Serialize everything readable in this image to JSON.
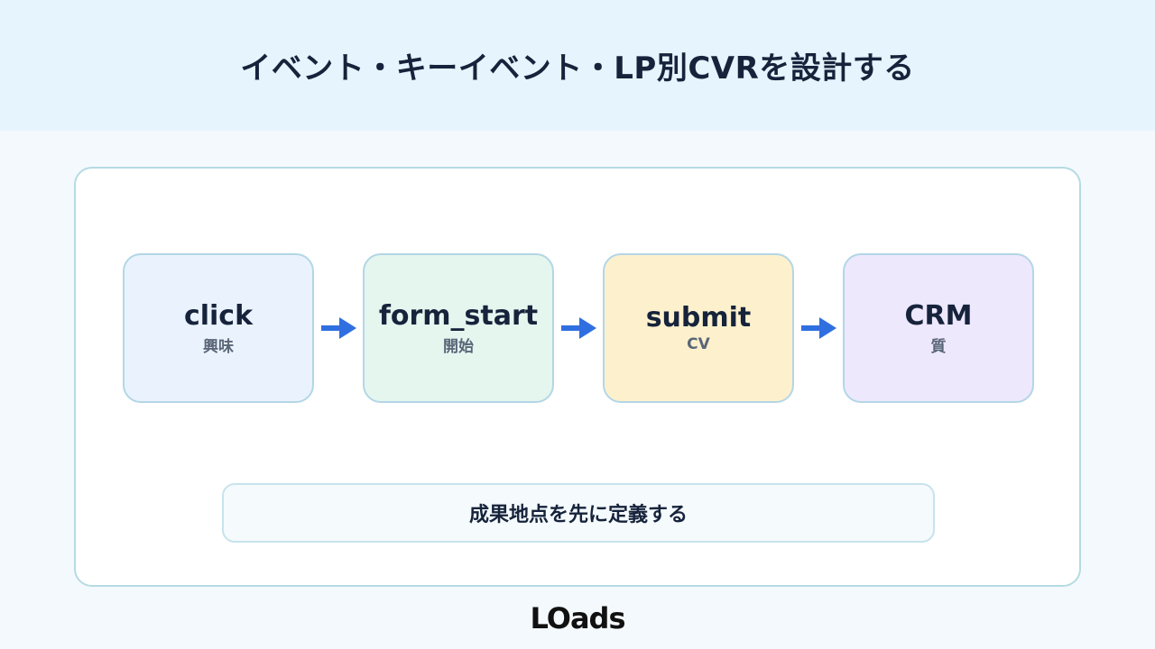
{
  "header": {
    "title": "イベント・キーイベント・LP別CVRを設計する"
  },
  "flow": {
    "steps": [
      {
        "label": "click",
        "sub": "興味",
        "color": "#eaf3fd"
      },
      {
        "label": "form_start",
        "sub": "開始",
        "color": "#e4f6ee"
      },
      {
        "label": "submit",
        "sub": "CV",
        "color": "#fdf1cd"
      },
      {
        "label": "CRM",
        "sub": "質",
        "color": "#eee8fd"
      }
    ],
    "arrow_color": "#2f6fe0"
  },
  "note": {
    "text": "成果地点を先に定義する"
  },
  "footer": {
    "logo": "LOads"
  }
}
